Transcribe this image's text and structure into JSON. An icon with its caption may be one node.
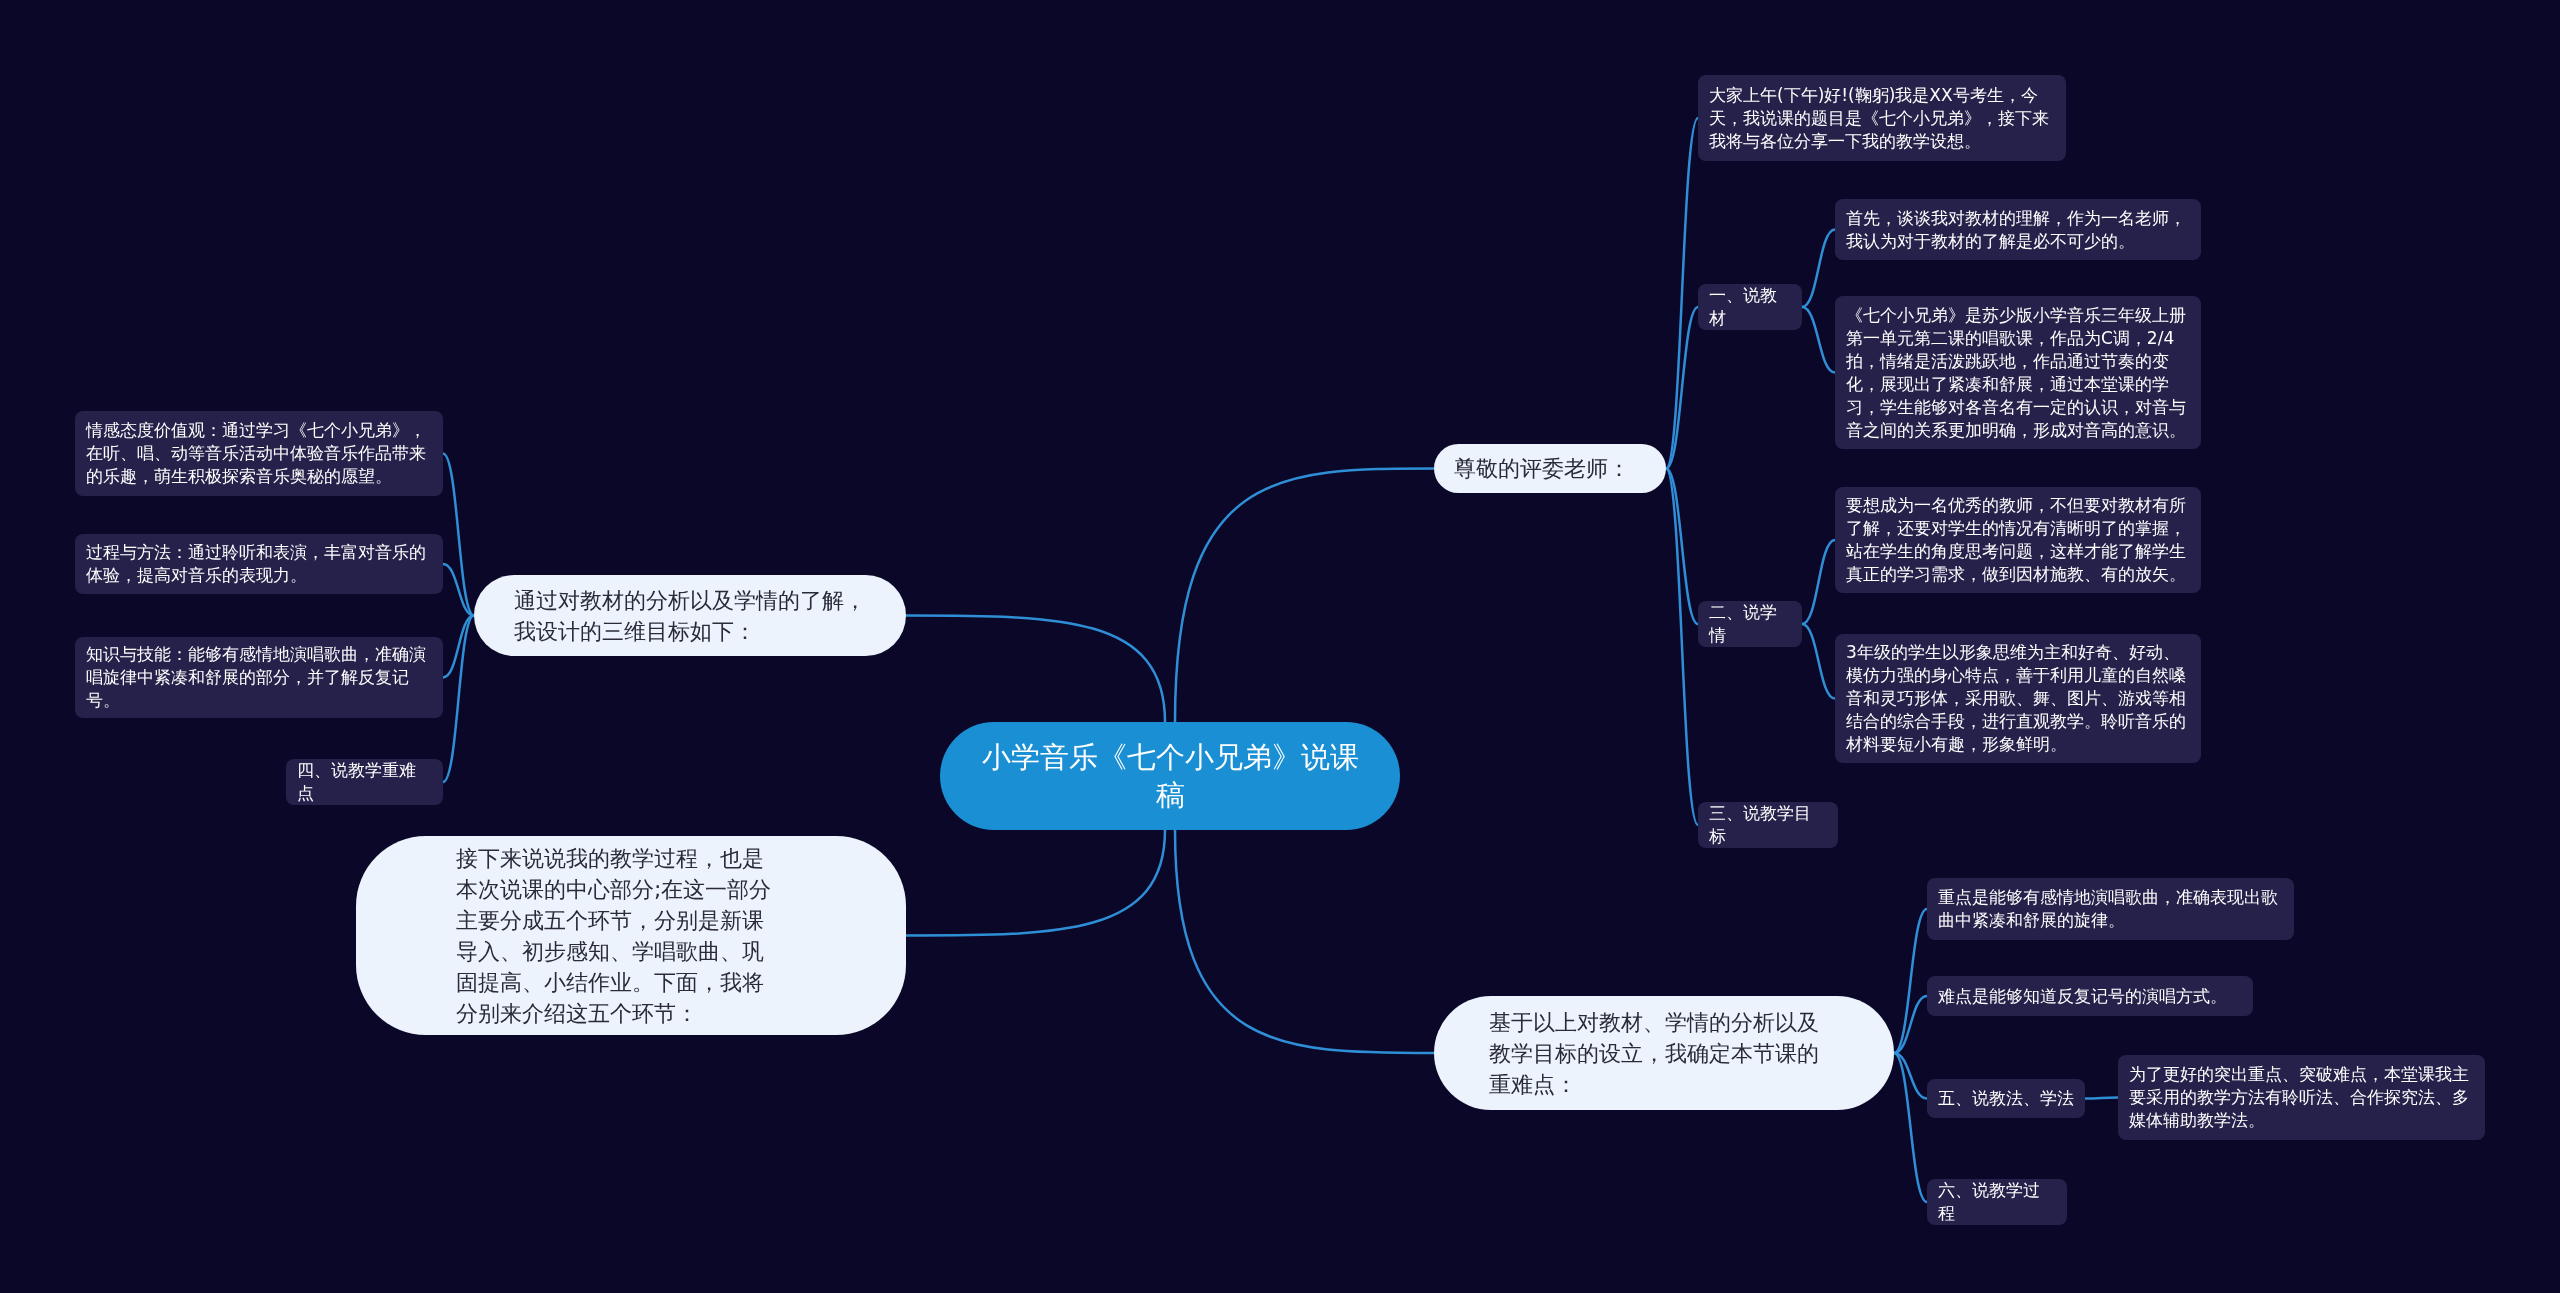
{
  "diagram": {
    "nodes": [
      {
        "text": [
          "小学音乐《七个小兄弟》说课稿"
        ]
      },
      {
        "text": [
          "尊敬的评委老师："
        ]
      },
      {
        "text": [
          "大家上午(下午)好!(鞠躬)我是XX号考生，今天，我说课的题目是《七个小兄弟》，接下来我将与各位分享一下我的教学设想。"
        ]
      },
      {
        "text": [
          "一、说教材"
        ]
      },
      {
        "text": [
          "首先，谈谈我对教材的理解，作为一名老师，我认为对于教材的了解是必不可少的。"
        ]
      },
      {
        "text": [
          "《七个小兄弟》是苏少版小学音乐三年级上册第一单元第二课的唱歌课，作品为C调，2/4拍，情绪是活泼跳跃地，作品通过节奏的变化，展现出了紧凑和舒展，通过本堂课的学习，学生能够对各音名有一定的认识，对音与音之间的关系更加明确，形成对音高的意识。"
        ]
      },
      {
        "text": [
          "二、说学情"
        ]
      },
      {
        "text": [
          "要想成为一名优秀的教师，不但要对教材有所了解，还要对学生的情况有清晰明了的掌握，站在学生的角度思考问题，这样才能了解学生真正的学习需求，做到因材施教、有的放矢。"
        ]
      },
      {
        "text": [
          "3年级的学生以形象思维为主和好奇、好动、模仿力强的身心特点，善于利用儿童的自然嗓音和灵巧形体，采用歌、舞、图片、游戏等相结合的综合手段，进行直观教学。聆听音乐的材料要短小有趣，形象鲜明。"
        ]
      },
      {
        "text": [
          "三、说教学目标"
        ]
      },
      {
        "text": [
          "基于以上对教材、学情的分析以及教学目标的设立，我确定本节课的重难点："
        ]
      },
      {
        "text": [
          "重点是能够有感情地演唱歌曲，准确表现出歌曲中紧凑和舒展的旋律。"
        ]
      },
      {
        "text": [
          "难点是能够知道反复记号的演唱方式。"
        ]
      },
      {
        "text": [
          "五、说教法、学法"
        ]
      },
      {
        "text": [
          "为了更好的突出重点、突破难点，本堂课我主要采用的教学方法有聆听法、合作探究法、多媒体辅助教学法。"
        ]
      },
      {
        "text": [
          "六、说教学过程"
        ]
      },
      {
        "text": [
          "通过对教材的分析以及学情的了解，我设计的三维目标如下："
        ]
      },
      {
        "text": [
          "情感态度价值观：通过学习《七个小兄弟》，在听、唱、动等音乐活动中体验音乐作品带来的乐趣，萌生积极探索音乐奥秘的愿望。"
        ]
      },
      {
        "text": [
          "过程与方法：通过聆听和表演，丰富对音乐的体验，提高对音乐的表现力。"
        ]
      },
      {
        "text": [
          "知识与技能：能够有感情地演唱歌曲，准确演唱旋律中紧凑和舒展的部分，并了解反复记号。"
        ]
      },
      {
        "text": [
          "四、说教学重难点"
        ]
      },
      {
        "text": [
          "接下来说说我的教学过程，也是本次说课的中心部分;在这一部分主要分成五个环节，分别是新课导入、初步感知、学唱歌曲、巩固提高、小结作业。下面，我将分别来介绍这五个环节："
        ]
      }
    ],
    "edges": [
      {
        "from": 0,
        "to": 1,
        "arrow": "none"
      },
      {
        "from": 0,
        "to": 10,
        "arrow": "none"
      },
      {
        "from": 0,
        "to": 16,
        "arrow": "none"
      },
      {
        "from": 0,
        "to": 21,
        "arrow": "none"
      },
      {
        "from": 1,
        "to": 2,
        "arrow": "none"
      },
      {
        "from": 1,
        "to": 3,
        "arrow": "none"
      },
      {
        "from": 1,
        "to": 6,
        "arrow": "none"
      },
      {
        "from": 1,
        "to": 9,
        "arrow": "none"
      },
      {
        "from": 3,
        "to": 4,
        "arrow": "none"
      },
      {
        "from": 3,
        "to": 5,
        "arrow": "none"
      },
      {
        "from": 6,
        "to": 7,
        "arrow": "none"
      },
      {
        "from": 6,
        "to": 8,
        "arrow": "none"
      },
      {
        "from": 10,
        "to": 11,
        "arrow": "none"
      },
      {
        "from": 10,
        "to": 12,
        "arrow": "none"
      },
      {
        "from": 10,
        "to": 13,
        "arrow": "none"
      },
      {
        "from": 10,
        "to": 15,
        "arrow": "none"
      },
      {
        "from": 13,
        "to": 14,
        "arrow": "none"
      },
      {
        "from": 16,
        "to": 17,
        "arrow": "none"
      },
      {
        "from": 16,
        "to": 18,
        "arrow": "none"
      },
      {
        "from": 16,
        "to": 19,
        "arrow": "none"
      },
      {
        "from": 16,
        "to": 20,
        "arrow": "none"
      }
    ]
  }
}
